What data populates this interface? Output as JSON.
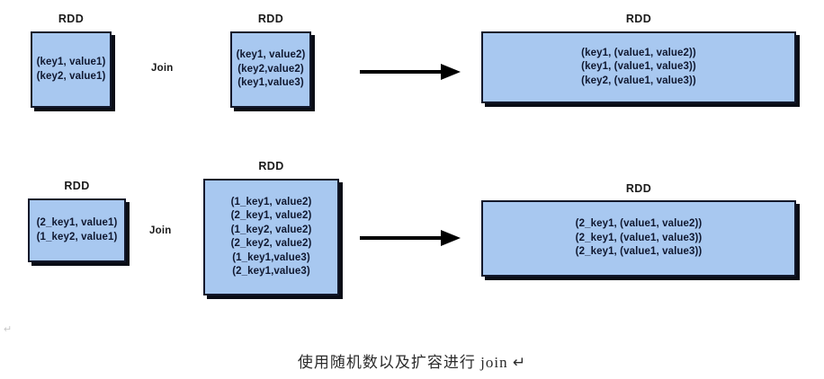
{
  "diagram": {
    "caption": "使用随机数以及扩容进行 join ↵",
    "stray_mark": "↵",
    "colors": {
      "box_fill": "#a8c8f0",
      "box_border": "#12182b",
      "box_shadow": "#0a0d16",
      "text": "#101830",
      "background": "#ffffff"
    },
    "rows": [
      {
        "id": "row-top",
        "label": "plain-join",
        "left_rdd": {
          "header": "RDD",
          "lines": [
            "(key1, value1)",
            "(key2, value1)"
          ]
        },
        "operator": "Join",
        "middle_rdd": {
          "header": "RDD",
          "lines": [
            "(key1, value2)",
            "(key2,value2)",
            "(key1,value3)"
          ]
        },
        "arrow": "right-arrow",
        "result_rdd": {
          "header": "RDD",
          "lines": [
            "(key1, (value1, value2))",
            "(key1, (value1, value3))",
            "(key2, (value1, value3))"
          ]
        }
      },
      {
        "id": "row-bottom",
        "label": "random-prefix-expanded-join",
        "left_rdd": {
          "header": "RDD",
          "lines": [
            "(2_key1, value1)",
            "(1_key2, value1)"
          ]
        },
        "operator": "Join",
        "middle_rdd": {
          "header": "RDD",
          "lines": [
            "(1_key1, value2)",
            "(2_key1, value2)",
            "(1_key2, value2)",
            "(2_key2, value2)",
            "(1_key1,value3)",
            "(2_key1,value3)"
          ]
        },
        "arrow": "right-arrow",
        "result_rdd": {
          "header": "RDD",
          "lines": [
            "(2_key1, (value1, value2))",
            "(2_key1, (value1, value3))",
            "(2_key1, (value1, value3))"
          ]
        }
      }
    ]
  }
}
